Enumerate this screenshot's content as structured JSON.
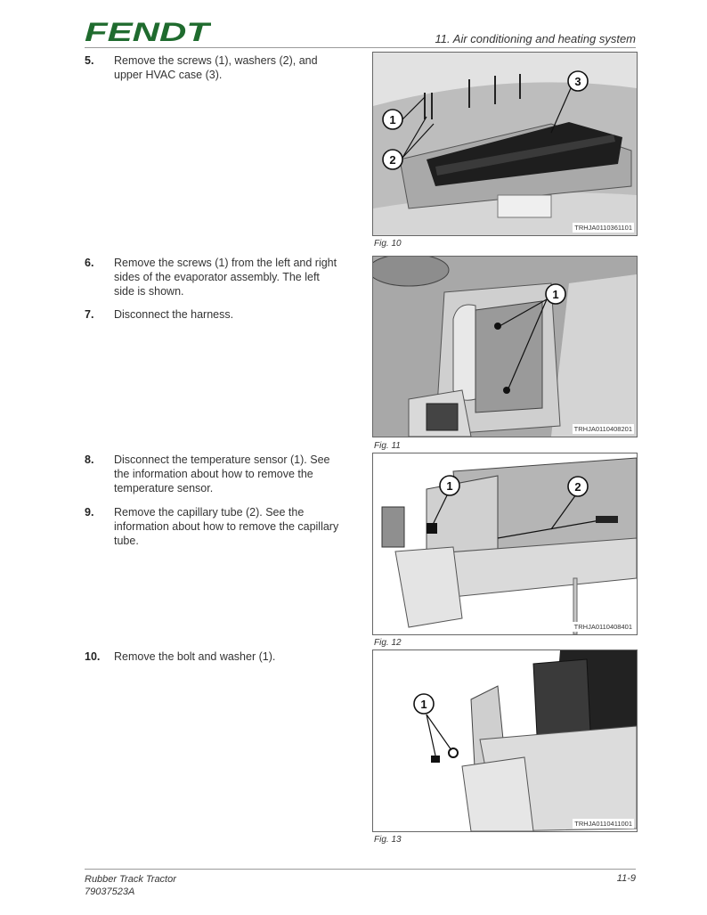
{
  "header": {
    "brand": "FENDT",
    "section_title": "11. Air conditioning and heating system",
    "brand_color": "#1f6b2e"
  },
  "steps": [
    {
      "number": "5.",
      "text": "Remove the screws (1), washers (2), and upper HVAC case (3)."
    },
    {
      "number": "6.",
      "text": "Remove the screws (1) from the left and right sides of the evaporator assembly. The left side is shown."
    },
    {
      "number": "7.",
      "text": "Disconnect the harness."
    },
    {
      "number": "8.",
      "text": "Disconnect the temperature sensor (1). See the information about how to remove the temperature sensor."
    },
    {
      "number": "9.",
      "text": "Remove the capillary tube (2). See the information about how to remove the capillary tube."
    },
    {
      "number": "10.",
      "text": "Remove the bolt and washer (1)."
    }
  ],
  "figures": [
    {
      "code": "TRHJA0110361101",
      "caption": "Fig. 10",
      "callouts": [
        "1",
        "2",
        "3"
      ]
    },
    {
      "code": "TRHJA0110408201",
      "caption": "Fig. 11",
      "callouts": [
        "1"
      ]
    },
    {
      "code": "TRHJA0110408401",
      "caption": "Fig. 12",
      "callouts": [
        "1",
        "2"
      ]
    },
    {
      "code": "TRHJA0110411001",
      "caption": "Fig. 13",
      "callouts": [
        "1"
      ]
    }
  ],
  "footer": {
    "product": "Rubber Track Tractor",
    "doc_number": "79037523A",
    "page": "11-9"
  }
}
